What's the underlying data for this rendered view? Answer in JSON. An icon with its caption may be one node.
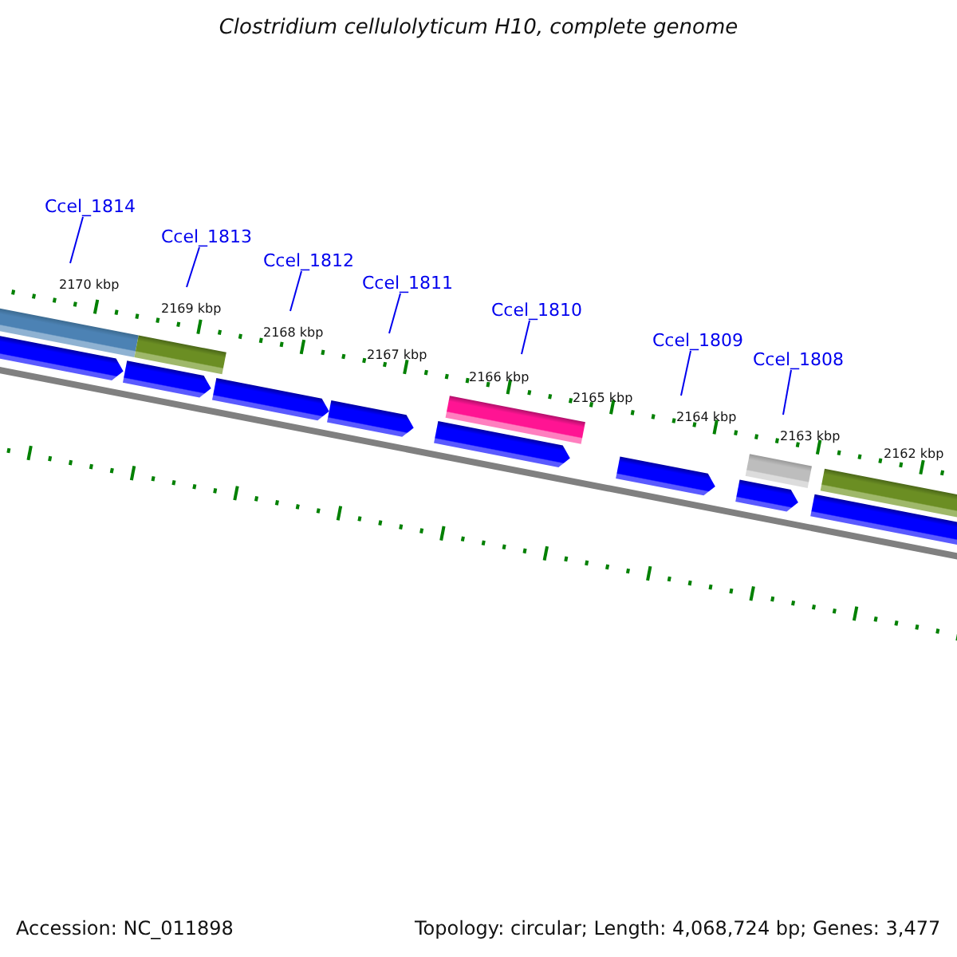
{
  "diagram": {
    "title": "Clostridium cellulolyticum H10, complete genome",
    "nodes": [
      {
        "text": [
          "Ccel_1814"
        ]
      },
      {
        "text": [
          "Ccel_1813"
        ]
      },
      {
        "text": [
          "Ccel_1812"
        ]
      },
      {
        "text": [
          "Ccel_1811"
        ]
      },
      {
        "text": [
          "Ccel_1810"
        ]
      },
      {
        "text": [
          "Ccel_1809"
        ]
      },
      {
        "text": [
          "Ccel_1808"
        ]
      }
    ],
    "edges": [
      {
        "from": 0,
        "to": null,
        "arrow": "none"
      },
      {
        "from": 1,
        "to": null,
        "arrow": "none"
      },
      {
        "from": 2,
        "to": null,
        "arrow": "none"
      },
      {
        "from": 3,
        "to": null,
        "arrow": "none"
      },
      {
        "from": 4,
        "to": null,
        "arrow": "none"
      },
      {
        "from": 5,
        "to": null,
        "arrow": "none"
      },
      {
        "from": 6,
        "to": null,
        "arrow": "none"
      }
    ],
    "labels": [
      "2170 kbp",
      "2169 kbp",
      "2168 kbp",
      "2167 kbp",
      "2166 kbp",
      "2165 kbp",
      "2164 kbp",
      "2163 kbp",
      "2162 kbp",
      "Accession: NC_011898",
      "Topology: circular; Length: 4,068,724 bp; Genes: 3,477"
    ]
  }
}
